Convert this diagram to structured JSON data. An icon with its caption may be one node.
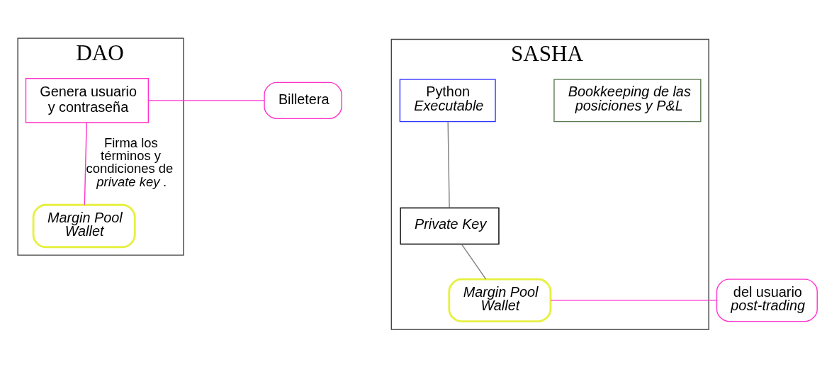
{
  "diagram": {
    "nodes": [
      {
        "text": [
          "DAO"
        ]
      },
      {
        "text": [
          "Billetera"
        ]
      },
      {
        "text": [
          "Genera usuario y contraseña"
        ],
        "in": 0
      },
      {
        "text": [
          "Margin Pool Wallet"
        ],
        "in": 0
      },
      {
        "text": [
          "SASHA"
        ]
      },
      {
        "text": [
          "Bookkeeping de las posiciones y P&L"
        ],
        "in": 4
      },
      {
        "text": [
          "Python *Executable*"
        ],
        "in": 4
      },
      {
        "text": [
          "Private Key"
        ],
        "in": 4
      },
      {
        "text": [
          "Margin Pool Wallet"
        ],
        "in": 4
      },
      {
        "text": [
          "del usuario *post-trading*"
        ]
      }
    ],
    "edges": [
      {
        "from": 1,
        "to": 2,
        "arrow": "none",
        "color": "#ff33cc"
      },
      {
        "from": 2,
        "to": 3,
        "arrow": "none",
        "color": "#ff33cc",
        "label": "Firma los términos y condiciones de *private key*."
      },
      {
        "from": 6,
        "to": 7,
        "arrow": "none",
        "color": "#808080"
      },
      {
        "from": 7,
        "to": 8,
        "arrow": "none",
        "color": "#808080"
      },
      {
        "from": 8,
        "to": 9,
        "arrow": "none",
        "color": "#ff33cc"
      }
    ]
  }
}
